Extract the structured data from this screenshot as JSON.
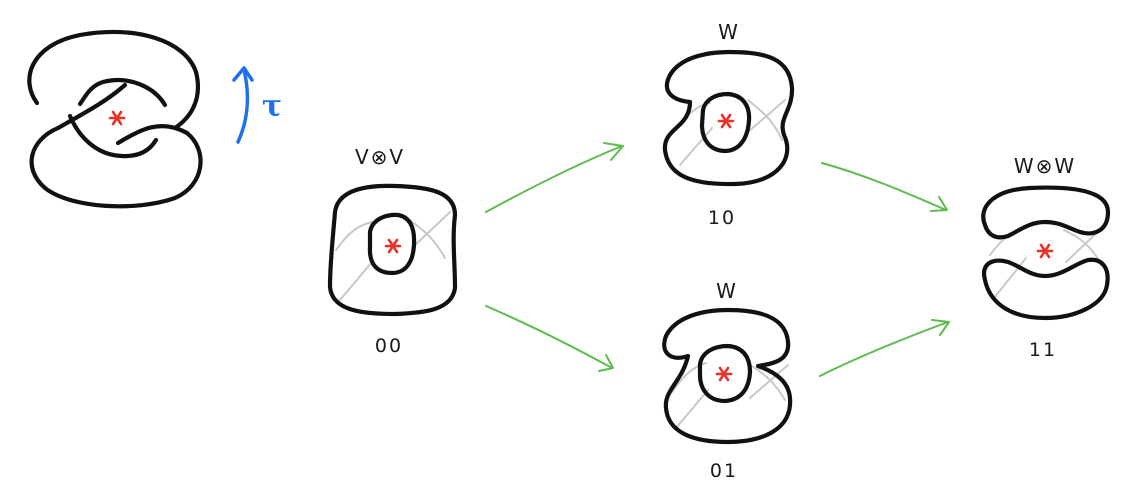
{
  "colors": {
    "curve": "#111111",
    "basepoint": "#e8332a",
    "map_arrow": "#5dbb4f",
    "involution": "#1f6ff2"
  },
  "involution_label": "τ",
  "states": {
    "s00": {
      "resolution": "00",
      "module": "V⊗V"
    },
    "s10": {
      "resolution": "10",
      "module": "W"
    },
    "s01": {
      "resolution": "01",
      "module": "W"
    },
    "s11": {
      "resolution": "11",
      "module": "W⊗W"
    }
  }
}
